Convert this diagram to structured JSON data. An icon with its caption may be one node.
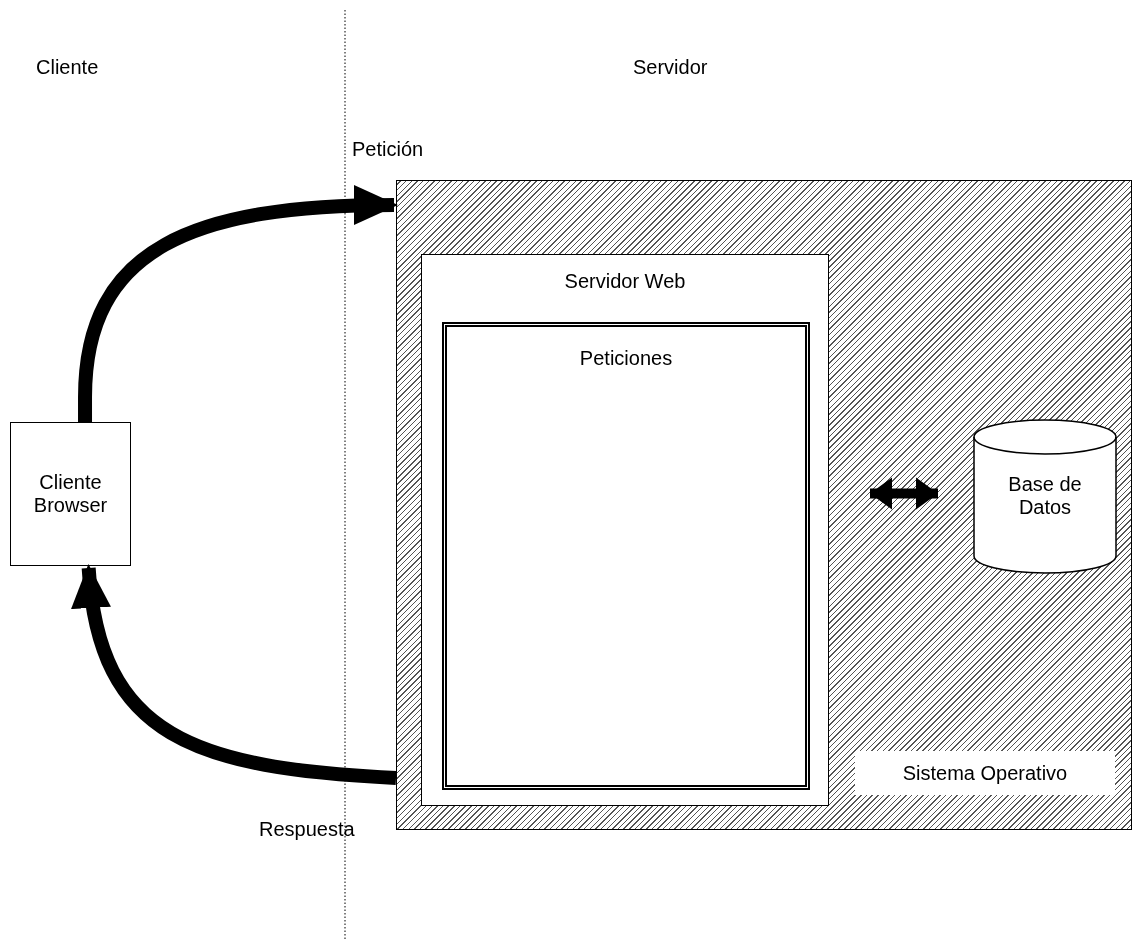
{
  "diagram": {
    "nodes": [
      {
        "text": [
          "Cliente Browser"
        ]
      },
      {
        "text": [
          "Sistema Operativo"
        ]
      },
      {
        "text": [
          "Servidor Web"
        ],
        "in": 1
      },
      {
        "text": [
          "Peticiones"
        ],
        "in": 2
      },
      {
        "text": [
          "Base de Datos"
        ],
        "in": 1
      }
    ],
    "edges": [
      {
        "from": 0,
        "to": 1,
        "arrow": "to",
        "label": "Petición"
      },
      {
        "from": 1,
        "to": 0,
        "arrow": "to",
        "label": "Respuesta"
      },
      {
        "from": 2,
        "to": 4,
        "arrow": "both"
      }
    ],
    "labels": [
      "Cliente",
      "Servidor"
    ]
  }
}
